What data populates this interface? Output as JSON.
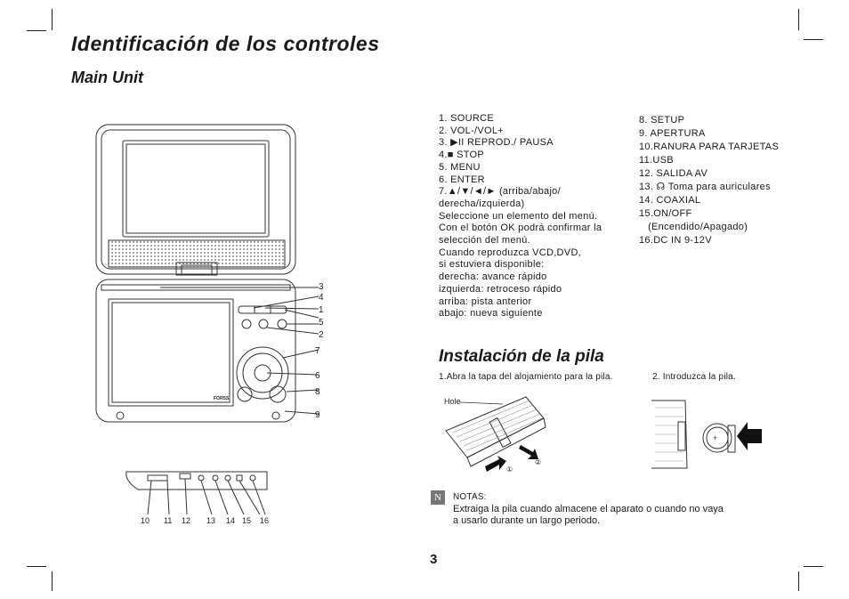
{
  "page": {
    "title": "Identificación de los controles",
    "subtitle": "Main Unit",
    "page_number": "3"
  },
  "controls_list_left": [
    "1. SOURCE",
    "2. VOL-/VOL+",
    "3. ▶II REPROD./ PAUSA",
    "4.■ STOP",
    "5. MENU",
    "6. ENTER",
    "7.▲/▼/◄/► (arriba/abajo/",
    "derecha/izquierda)",
    "Seleccione un elemento del menú.",
    "Con el botón OK podrá confirmar la",
    "selección del menú.",
    "Cuando reproduzca VCD,DVD,",
    "si estuviera disponible:",
    "derecha: avance rápido",
    "izquierda: retroceso rápido",
    "arriba: pista anterior",
    "abajo: nueva siguiente"
  ],
  "controls_list_right": [
    "8. SETUP",
    "9. APERTURA",
    "10.RANURA PARA TARJETAS",
    "11.USB",
    "12. SALIDA AV",
    "13. ☊ Toma para auriculares",
    "14. COAXIAL",
    "15.ON/OFF",
    "   (Encendido/Apagado)",
    "16.DC IN 9-12V"
  ],
  "battery": {
    "heading": "Instalación de la pila",
    "step1": "1.Abra la tapa del alojamiento para la pila.",
    "step2": "2. Introduzca la pila.",
    "hole_label": "Hole",
    "arrow1_label": "①",
    "arrow2_label": "②"
  },
  "notes": {
    "label": "NOTAS:",
    "text_line1": "Extraiga la pila cuando almacene el aparato o cuando no vaya",
    "text_line2": "a usarlo durante un largo periodo."
  },
  "diagram_callouts_right": [
    "3",
    "4",
    "1",
    "5",
    "2",
    "7",
    "6",
    "8",
    "9"
  ],
  "diagram_callouts_bottom": [
    "10",
    "11",
    "12",
    "13",
    "14",
    "15",
    "16"
  ],
  "device_brand_mark": "FORSS",
  "colors": {
    "ink": "#1a1a1a",
    "line": "#333333"
  }
}
